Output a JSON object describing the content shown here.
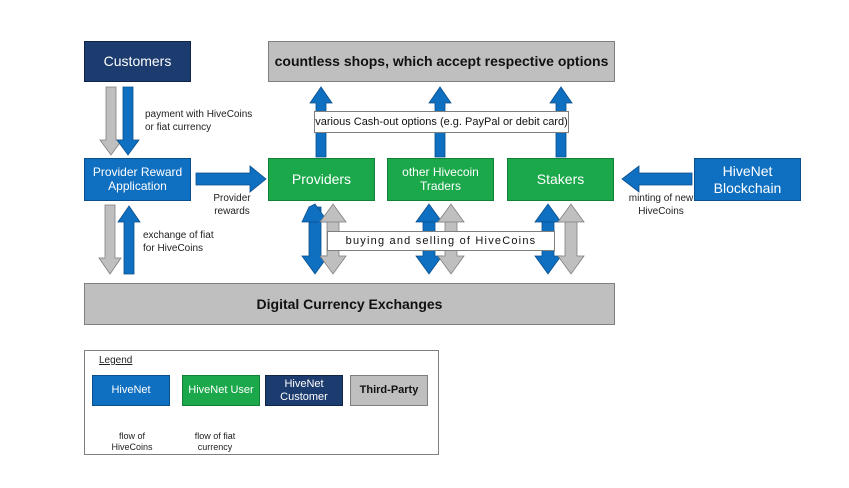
{
  "colors": {
    "hivenet": "#0f6fc0",
    "hivenet_user": "#1aa84a",
    "hivenet_customer": "#1c3b6e",
    "third_party": "#bfbfbf",
    "gray_arrow": "#bfbfbf"
  },
  "nodes": {
    "customers": "Customers",
    "shops": "countless shops, which accept respective options",
    "provider_reward": "Provider Reward Application",
    "providers": "Providers",
    "other_traders": "other Hivecoin Traders",
    "stakers": "Stakers",
    "blockchain": "HiveNet Blockchain",
    "exchanges": "Digital Currency Exchanges"
  },
  "labels": {
    "payment": "payment with HiveCoins or fiat currency",
    "cashout": "various Cash-out options (e.g. PayPal or debit card)",
    "provider_rewards": "Provider rewards",
    "minting": "minting of new HiveCoins",
    "exchange_fiat": "exchange of fiat for HiveCoins",
    "buying_selling": "buying and selling of HiveCoins"
  },
  "legend": {
    "title": "Legend",
    "hivenet": "HiveNet",
    "hivenet_user": "HiveNet User",
    "hivenet_customer": "HiveNet Customer",
    "third_party": "Third-Party",
    "flow_hivecoins": "flow of HiveCoins",
    "flow_fiat": "flow of fiat currency"
  }
}
